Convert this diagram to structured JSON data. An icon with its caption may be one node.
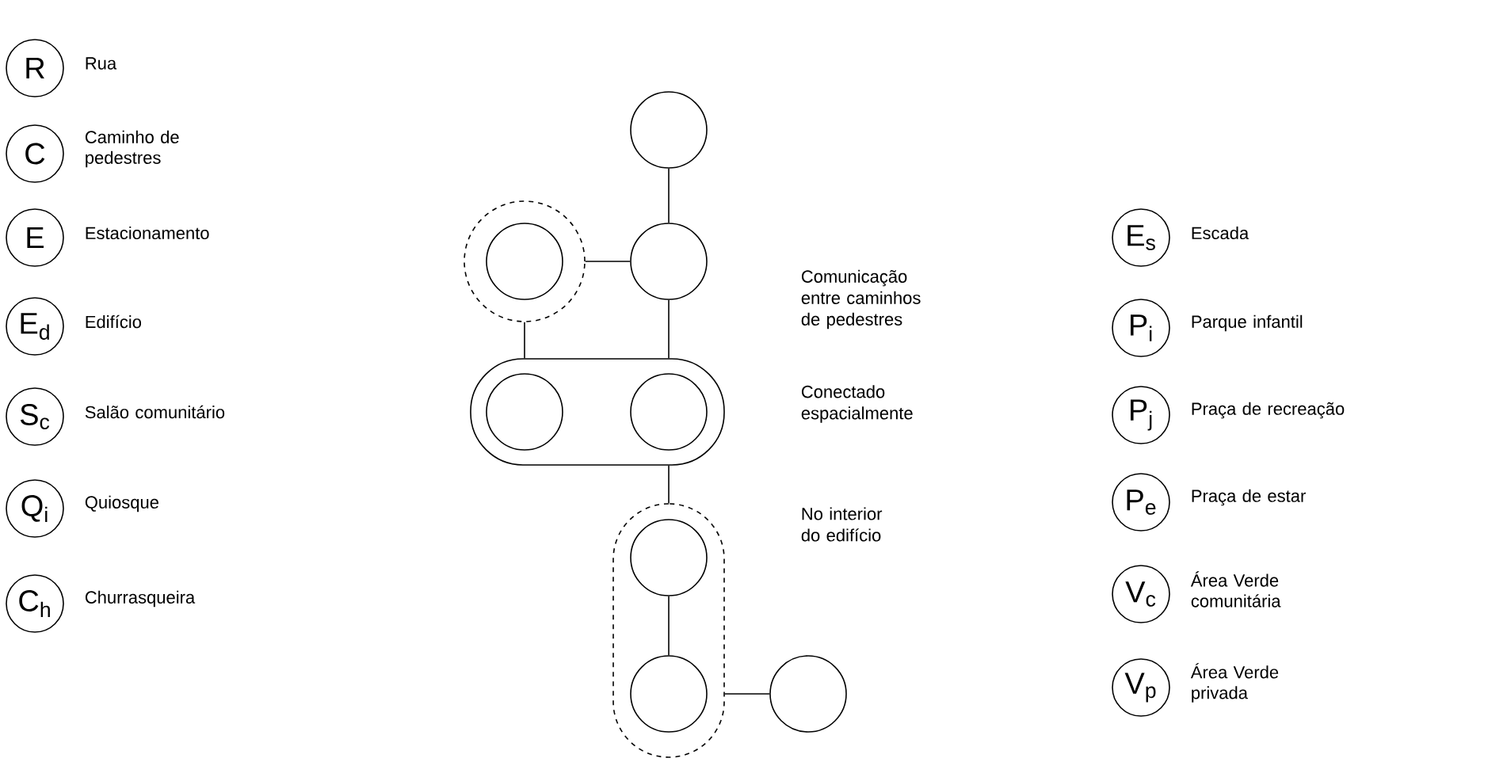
{
  "diagram": {
    "nodes": [
      {
        "text": [
          "R"
        ],
        "beside": [
          "Rua"
        ]
      },
      {
        "text": [
          "C"
        ],
        "beside": [
          "Caminho de pedestres"
        ]
      },
      {
        "text": [
          "E"
        ],
        "beside": [
          "Estacionamento"
        ]
      },
      {
        "text": [
          "E$_{d}$"
        ],
        "beside": [
          "Edifício"
        ]
      },
      {
        "text": [
          "S$_{c}$"
        ],
        "beside": [
          "Salão comunitário"
        ]
      },
      {
        "text": [
          "Q$_{i}$"
        ],
        "beside": [
          "Quiosque"
        ]
      },
      {
        "text": [
          "C$_{h}$"
        ],
        "beside": [
          "Churrasqueira"
        ]
      },
      {
        "text": [
          "E$_{s}$"
        ],
        "beside": [
          "Escada"
        ]
      },
      {
        "text": [
          "P$_{i}$"
        ],
        "beside": [
          "Parque infantil"
        ]
      },
      {
        "text": [
          "P$_{j}$"
        ],
        "beside": [
          "Praça de recreação"
        ]
      },
      {
        "text": [
          "P$_{e}$"
        ],
        "beside": [
          "Praça de estar"
        ]
      },
      {
        "text": [
          "V$_{c}$"
        ],
        "beside": [
          "Área Verde comunitária"
        ]
      },
      {
        "text": [
          "V$_{p}$"
        ],
        "beside": [
          "Área Verde privada"
        ]
      },
      {
        "text": [],
        "shape": "circle"
      },
      {
        "text": [],
        "shape": "circle"
      },
      {
        "text": [],
        "shape": "circle",
        "in": 14
      },
      {
        "text": [],
        "shape": "circle"
      },
      {
        "text": [],
        "shape": "capsule"
      },
      {
        "text": [],
        "shape": "circle",
        "in": 17
      },
      {
        "text": [],
        "shape": "circle",
        "in": 17
      },
      {
        "text": [],
        "shape": "capsule"
      },
      {
        "text": [],
        "shape": "circle",
        "in": 20
      },
      {
        "text": [],
        "shape": "circle",
        "in": 20
      },
      {
        "text": [],
        "shape": "circle"
      }
    ],
    "edges": [
      {
        "from": 13,
        "to": 16,
        "arrow": "none"
      },
      {
        "from": 14,
        "to": 16,
        "arrow": "none"
      },
      {
        "from": 14,
        "to": 17,
        "arrow": "none"
      },
      {
        "from": 16,
        "to": 17,
        "arrow": "none"
      },
      {
        "from": 17,
        "to": 20,
        "arrow": "none"
      },
      {
        "from": 21,
        "to": 22,
        "arrow": "none"
      },
      {
        "from": 20,
        "to": 23,
        "arrow": "none"
      }
    ],
    "labels": [
      "Comunicação entre caminhos de pedestres",
      "Conectado espacialmente",
      "No interior do edifício"
    ]
  }
}
